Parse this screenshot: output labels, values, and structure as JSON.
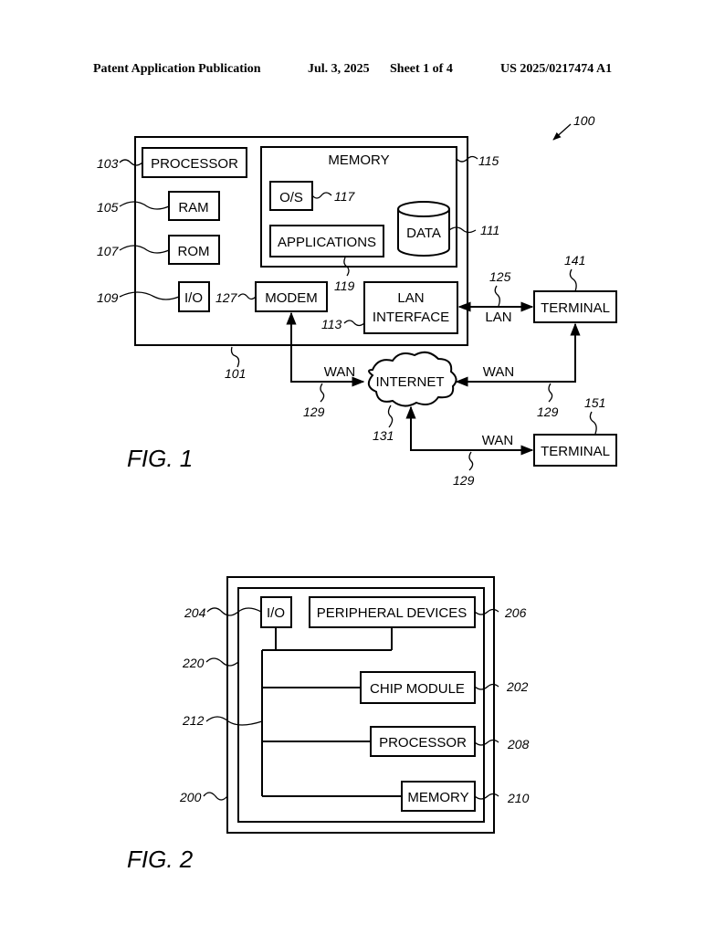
{
  "header": {
    "publication": "Patent Application Publication",
    "date": "Jul. 3, 2025",
    "sheet": "Sheet 1 of 4",
    "number": "US 2025/0217474 A1"
  },
  "fig1": {
    "caption": "FIG. 1",
    "ref_system": "100",
    "ref_computer": "101",
    "processor": {
      "label": "PROCESSOR",
      "ref": "103"
    },
    "ram": {
      "label": "RAM",
      "ref": "105"
    },
    "rom": {
      "label": "ROM",
      "ref": "107"
    },
    "io": {
      "label": "I/O",
      "ref": "109"
    },
    "memory": {
      "label": "MEMORY",
      "ref": "115"
    },
    "os": {
      "label": "O/S",
      "ref": "117"
    },
    "applications": {
      "label": "APPLICATIONS",
      "ref": "119"
    },
    "data": {
      "label": "DATA",
      "ref": "111"
    },
    "modem": {
      "label": "MODEM",
      "ref": "127"
    },
    "lan_interface": {
      "line1": "LAN",
      "line2": "INTERFACE",
      "ref": "113"
    },
    "terminal_141": {
      "label": "TERMINAL",
      "ref": "141"
    },
    "terminal_151": {
      "label": "TERMINAL",
      "ref": "151"
    },
    "internet": {
      "label": "INTERNET",
      "ref": "131"
    },
    "lan_link": {
      "label": "LAN",
      "ref": "125"
    },
    "wan_modem": {
      "label": "WAN",
      "ref": "129"
    },
    "wan_terminal_141": {
      "label": "WAN",
      "ref": "129"
    },
    "wan_terminal_151": {
      "label": "WAN",
      "ref": "129"
    }
  },
  "fig2": {
    "caption": "FIG. 2",
    "outer_ref": "200",
    "inner_ref": "220",
    "bus_ref": "212",
    "io": {
      "label": "I/O",
      "ref": "204"
    },
    "peripheral": {
      "label": "PERIPHERAL DEVICES",
      "ref": "206"
    },
    "chip_module": {
      "label": "CHIP MODULE",
      "ref": "202"
    },
    "processor": {
      "label": "PROCESSOR",
      "ref": "208"
    },
    "memory": {
      "label": "MEMORY",
      "ref": "210"
    }
  }
}
